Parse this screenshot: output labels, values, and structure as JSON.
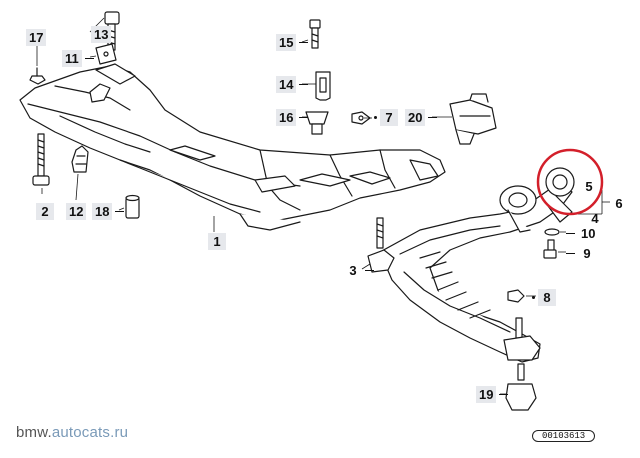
{
  "callouts": {
    "c13": "13",
    "c17": "17",
    "c11": "11",
    "c15": "15",
    "c14": "14",
    "c16": "16",
    "c7": "7",
    "c20": "20",
    "c2": "2",
    "c12": "12",
    "c18": "18",
    "c1": "1",
    "c5": "5",
    "c6": "6",
    "c4": "4",
    "c10": "10",
    "c9": "9",
    "c3": "3",
    "c8": "8",
    "c19": "19"
  },
  "watermark": {
    "site_prefix": "bmw.",
    "site_main": "autocats.ru"
  },
  "diagram_id": "00103613",
  "colors": {
    "line": "#1a1a1a",
    "label_bg": "#e6e8ec",
    "highlight": "#d31f2a",
    "watermark": "#7a9ab8"
  }
}
